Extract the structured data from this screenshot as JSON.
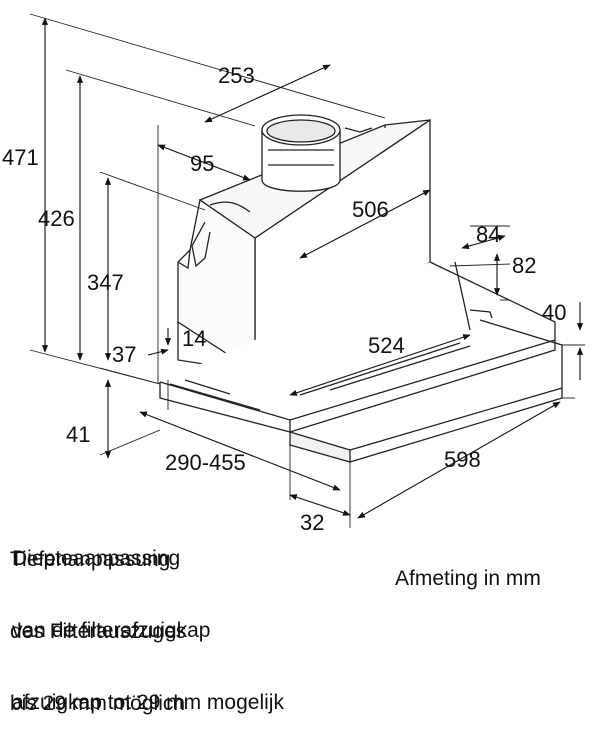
{
  "dimensions": {
    "d471": "471",
    "d426": "426",
    "d347": "347",
    "d37": "37",
    "d14": "14",
    "d41": "41",
    "d253": "253",
    "d95": "95",
    "d506": "506",
    "d84": "84",
    "d82": "82",
    "d40": "40",
    "d524": "524",
    "d290": "290-455",
    "d598": "598",
    "d32": "32"
  },
  "notes": {
    "german_line1": "Tiefenanpassung",
    "german_line2": "des Filterauszuges",
    "german_line3": "bis 29 mm möglich",
    "dutch_line1": "Diepteaanpassing",
    "dutch_line2": "van de filterafzuigkap",
    "dutch_line3": "afzuigkap tot 29 mm mogelijk"
  },
  "units_label": "Afmeting in mm"
}
